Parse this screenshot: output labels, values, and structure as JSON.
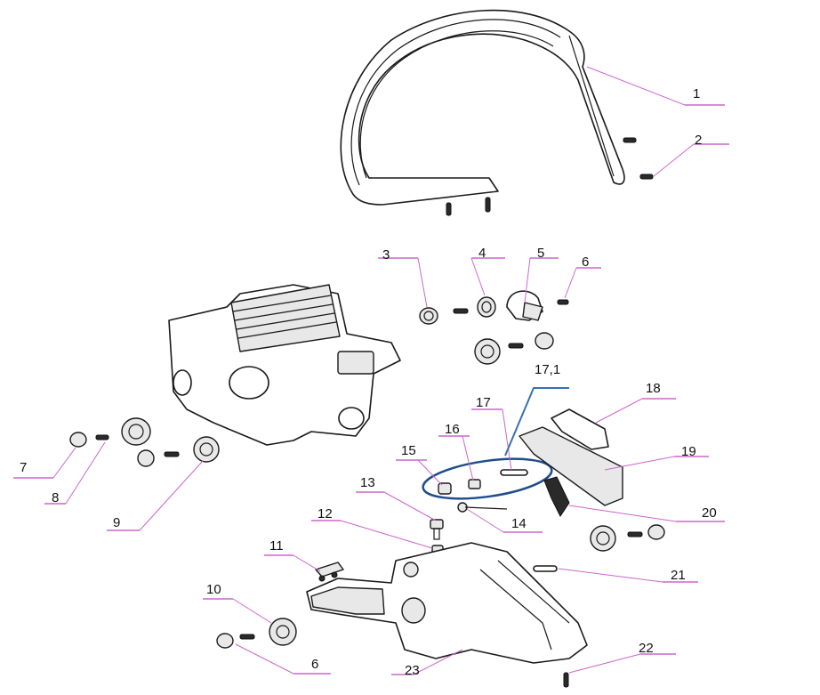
{
  "callouts": {
    "c1": "1",
    "c2": "2",
    "c3": "3",
    "c4": "4",
    "c5": "5",
    "c6a": "6",
    "c7": "7",
    "c8": "8",
    "c9": "9",
    "c10": "10",
    "c11": "11",
    "c12": "12",
    "c13": "13",
    "c14": "14",
    "c15": "15",
    "c16": "16",
    "c17": "17",
    "c17_1": "17,1",
    "c18": "18",
    "c19": "19",
    "c20": "20",
    "c21": "21",
    "c22": "22",
    "c23": "23",
    "c6b": "6"
  },
  "colors": {
    "leader": "#cc66cc",
    "highlight_ellipse": "#1f4e8c",
    "callout_17_1_line": "#3a6fb0",
    "outline": "#1a1a1a"
  }
}
